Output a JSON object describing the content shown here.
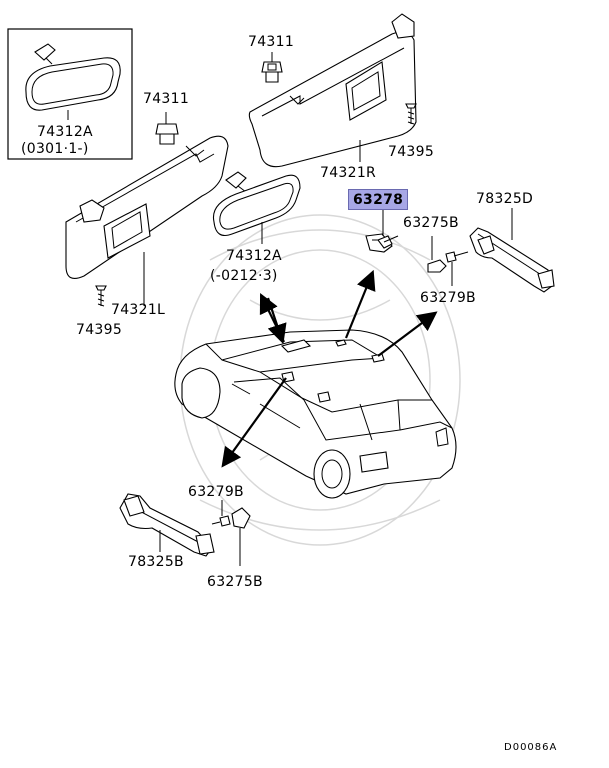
{
  "labels": {
    "mirror_top_part": "74312A",
    "mirror_top_range": "(0301·1-)",
    "holder_top": "74311",
    "holder_left": "74311",
    "mirror_mid_part": "74312A",
    "mirror_mid_range": "(-0212·3)",
    "visor_right": "74321R",
    "screw_right": "74395",
    "visor_left": "74321L",
    "screw_left": "74395",
    "highlighted_part": "63278",
    "cap_right": "63275B",
    "screw_grip_right": "63279B",
    "grip_right": "78325D",
    "screw_grip_left": "63279B",
    "grip_left": "78325B",
    "cap_left": "63275B",
    "diagram_code": "D00086A"
  },
  "colors": {
    "highlight": "#a7a7e6",
    "line": "#000000",
    "watermark": "#d8d8d8"
  }
}
